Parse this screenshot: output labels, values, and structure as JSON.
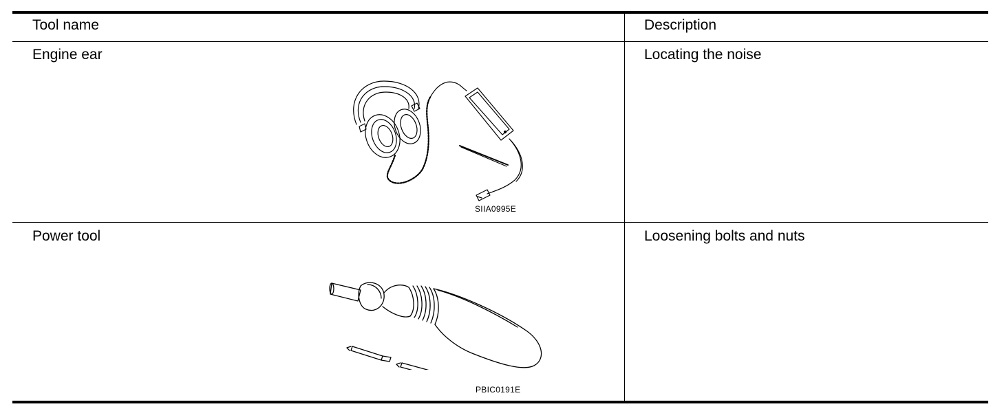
{
  "table": {
    "headers": [
      "Tool name",
      "Description"
    ],
    "rows": [
      {
        "tool": "Engine ear",
        "description": "Locating the noise",
        "figure": {
          "icon": "stethoscope-headphones-icon",
          "code": "SIIA0995E"
        }
      },
      {
        "tool": "Power tool",
        "description": "Loosening bolts and nuts",
        "figure": {
          "icon": "power-screwdriver-icon",
          "code": "PBIC0191E"
        }
      }
    ]
  }
}
